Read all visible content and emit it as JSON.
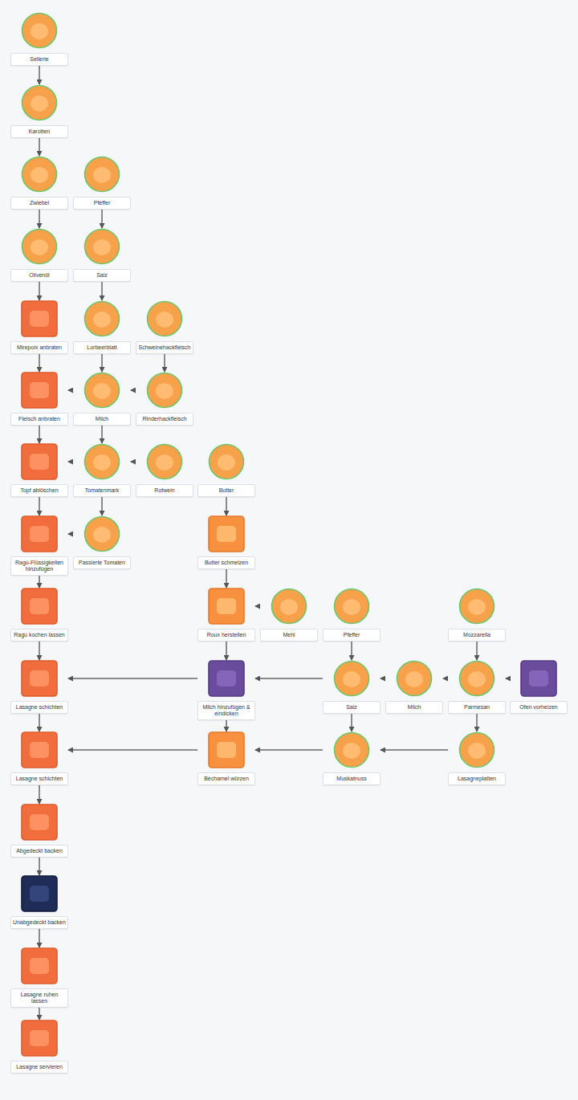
{
  "diagram": {
    "nodes": [
      {
        "text": [
          "Sellerie"
        ]
      },
      {
        "text": [
          "Karotten"
        ]
      },
      {
        "text": [
          "Zwiebel"
        ]
      },
      {
        "text": [
          "Pfeffer"
        ]
      },
      {
        "text": [
          "Olivenöl"
        ]
      },
      {
        "text": [
          "Salz"
        ]
      },
      {
        "text": [
          "Mirepoix anbraten"
        ]
      },
      {
        "text": [
          "Lorbeerblatt"
        ]
      },
      {
        "text": [
          "Schweinehackfleisch"
        ]
      },
      {
        "text": [
          "Fleisch anbraten"
        ]
      },
      {
        "text": [
          "Milch"
        ]
      },
      {
        "text": [
          "Rinderhackfleisch"
        ]
      },
      {
        "text": [
          "Topf ablöschen"
        ]
      },
      {
        "text": [
          "Tomatenmark"
        ]
      },
      {
        "text": [
          "Rotwein"
        ]
      },
      {
        "text": [
          "Butter"
        ]
      },
      {
        "text": [
          "Ragù-Flüssigkeiten hinzufügen"
        ]
      },
      {
        "text": [
          "Passierte Tomaten"
        ]
      },
      {
        "text": [
          "Butter schmelzen"
        ]
      },
      {
        "text": [
          "Ragù kochen lassen"
        ]
      },
      {
        "text": [
          "Roux herstellen"
        ]
      },
      {
        "text": [
          "Mehl"
        ]
      },
      {
        "text": [
          "Pfeffer"
        ]
      },
      {
        "text": [
          "Mozzarella"
        ]
      },
      {
        "text": [
          "Lasagne schichten"
        ]
      },
      {
        "text": [
          "Milch hinzufügen & eindicken"
        ]
      },
      {
        "text": [
          "Salz"
        ]
      },
      {
        "text": [
          "Milch"
        ]
      },
      {
        "text": [
          "Parmesan"
        ]
      },
      {
        "text": [
          "Ofen vorheizen"
        ]
      },
      {
        "text": [
          "Lasagne schichten"
        ]
      },
      {
        "text": [
          "Béchamel würzen"
        ]
      },
      {
        "text": [
          "Muskatnuss"
        ]
      },
      {
        "text": [
          "Lasagneplatten"
        ]
      },
      {
        "text": [
          "Abgedeckt backen"
        ]
      },
      {
        "text": [
          "Unabgedeckt backen"
        ]
      },
      {
        "text": [
          "Lasagne ruhen lassen"
        ]
      },
      {
        "text": [
          "Lasagne servieren"
        ]
      }
    ],
    "edges": [
      {
        "from": 0,
        "to": 1,
        "arrow": "to"
      },
      {
        "from": 1,
        "to": 2,
        "arrow": "to"
      },
      {
        "from": 2,
        "to": 4,
        "arrow": "to"
      },
      {
        "from": 4,
        "to": 6,
        "arrow": "to"
      },
      {
        "from": 3,
        "to": 5,
        "arrow": "to"
      },
      {
        "from": 5,
        "to": 7,
        "arrow": "to"
      },
      {
        "from": 7,
        "to": 10,
        "arrow": "to"
      },
      {
        "from": 8,
        "to": 11,
        "arrow": "to"
      },
      {
        "from": 6,
        "to": 9,
        "arrow": "to"
      },
      {
        "from": 11,
        "to": 10,
        "arrow": "to"
      },
      {
        "from": 10,
        "to": 9,
        "arrow": "to"
      },
      {
        "from": 9,
        "to": 12,
        "arrow": "to"
      },
      {
        "from": 10,
        "to": 13,
        "arrow": "to"
      },
      {
        "from": 14,
        "to": 13,
        "arrow": "to"
      },
      {
        "from": 13,
        "to": 12,
        "arrow": "to"
      },
      {
        "from": 12,
        "to": 16,
        "arrow": "to"
      },
      {
        "from": 13,
        "to": 17,
        "arrow": "to"
      },
      {
        "from": 17,
        "to": 16,
        "arrow": "to"
      },
      {
        "from": 15,
        "to": 18,
        "arrow": "to"
      },
      {
        "from": 16,
        "to": 19,
        "arrow": "to"
      },
      {
        "from": 18,
        "to": 20,
        "arrow": "to"
      },
      {
        "from": 21,
        "to": 20,
        "arrow": "to"
      },
      {
        "from": 19,
        "to": 24,
        "arrow": "to"
      },
      {
        "from": 20,
        "to": 25,
        "arrow": "to"
      },
      {
        "from": 22,
        "to": 26,
        "arrow": "to"
      },
      {
        "from": 23,
        "to": 28,
        "arrow": "to"
      },
      {
        "from": 29,
        "to": 28,
        "arrow": "to"
      },
      {
        "from": 28,
        "to": 27,
        "arrow": "to"
      },
      {
        "from": 27,
        "to": 26,
        "arrow": "to"
      },
      {
        "from": 26,
        "to": 25,
        "arrow": "to"
      },
      {
        "from": 25,
        "to": 24,
        "arrow": "to"
      },
      {
        "from": 24,
        "to": 30,
        "arrow": "to"
      },
      {
        "from": 25,
        "to": 31,
        "arrow": "to"
      },
      {
        "from": 26,
        "to": 32,
        "arrow": "to"
      },
      {
        "from": 28,
        "to": 33,
        "arrow": "to"
      },
      {
        "from": 33,
        "to": 32,
        "arrow": "to"
      },
      {
        "from": 32,
        "to": 31,
        "arrow": "to"
      },
      {
        "from": 31,
        "to": 30,
        "arrow": "to"
      },
      {
        "from": 30,
        "to": 34,
        "arrow": "to"
      },
      {
        "from": 34,
        "to": 35,
        "arrow": "to"
      },
      {
        "from": 35,
        "to": 36,
        "arrow": "to"
      },
      {
        "from": 36,
        "to": 37,
        "arrow": "to"
      }
    ]
  }
}
